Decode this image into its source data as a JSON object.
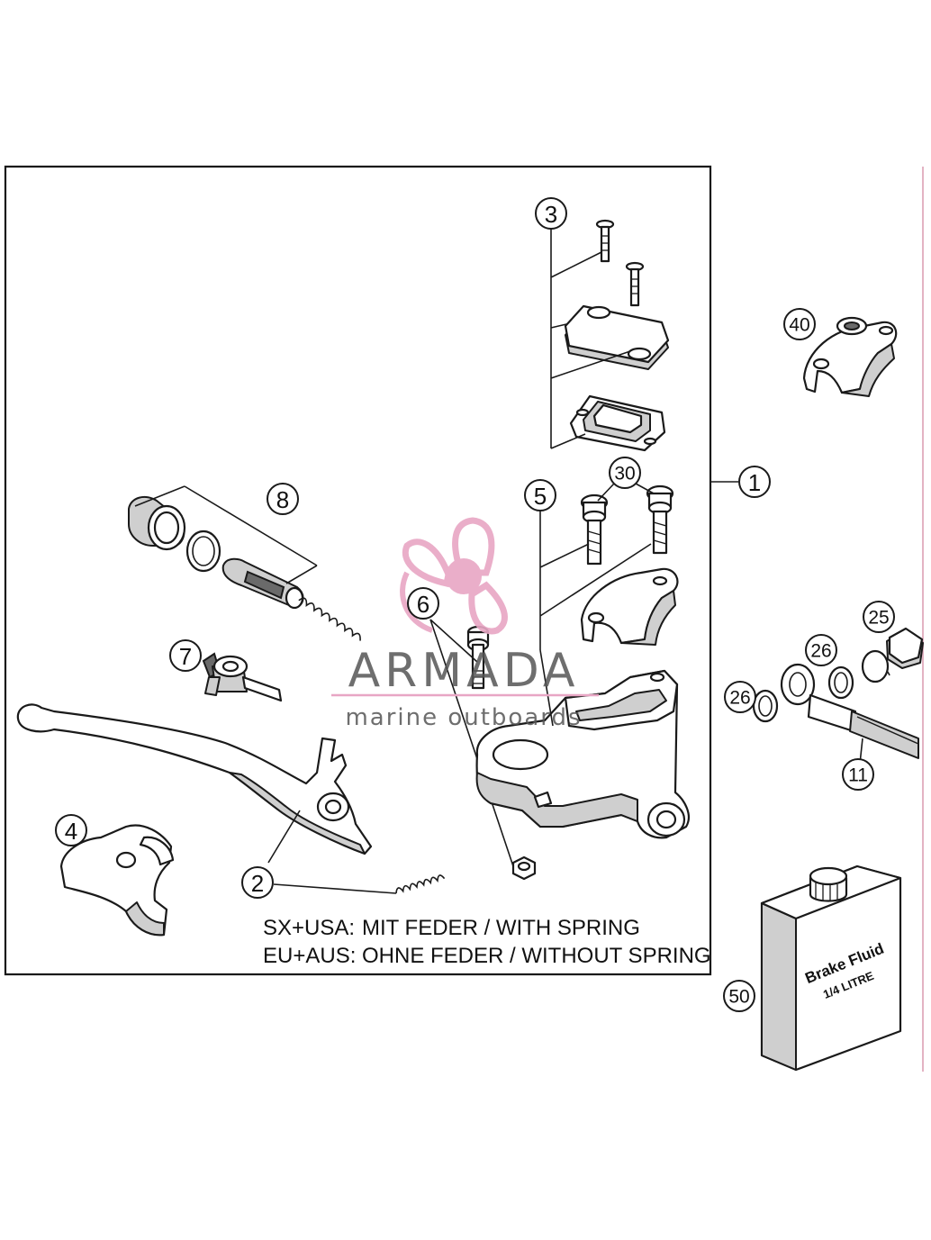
{
  "callouts": {
    "c1": "1",
    "c2": "2",
    "c3": "3",
    "c4": "4",
    "c5": "5",
    "c6": "6",
    "c7": "7",
    "c8": "8",
    "c11": "11",
    "c25": "25",
    "c26a": "26",
    "c26b": "26",
    "c30": "30",
    "c40": "40",
    "c50": "50"
  },
  "notes": {
    "line1_region": "SX+USA:",
    "line1_text": "MIT FEDER / WITH SPRING",
    "line2_region": "EU+AUS:",
    "line2_text": "OHNE FEDER / WITHOUT SPRING"
  },
  "bottle": {
    "line1": "Brake Fluid",
    "line2": "1/4 LITRE"
  },
  "watermark": {
    "brand": "ARMADA",
    "tagline": "marine outboards",
    "accent": "#e8a6c4"
  }
}
